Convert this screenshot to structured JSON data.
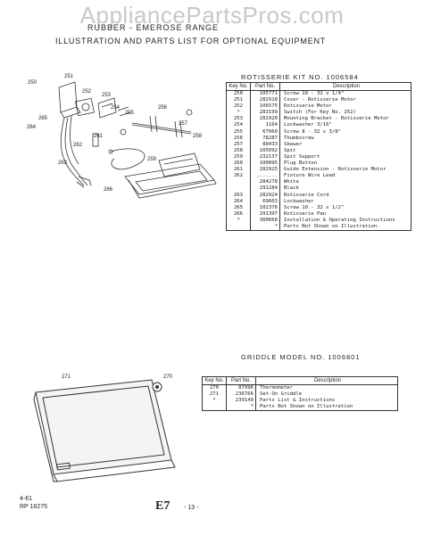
{
  "watermark": "AppliancePartsPros.com",
  "header": {
    "title_line1": "RUBBER - EMEROSE RANGE",
    "title_line2": "ILLUSTRATION AND PARTS LIST FOR OPTIONAL EQUIPMENT"
  },
  "rotisserie": {
    "title": "ROTISSERIE KIT NO. 1006584",
    "col_key": "Key No.",
    "col_part": "Part No.",
    "col_desc": "Description",
    "rows": [
      {
        "key": "250",
        "part": "105771",
        "desc": "Screw 10 - 32 x 1/4\""
      },
      {
        "key": "251",
        "part": "282918",
        "desc": "Cover - Rotisserie Motor"
      },
      {
        "key": "252",
        "part": "106575",
        "desc": "Rotisserie Motor"
      },
      {
        "key": "*",
        "part": "283199",
        "desc": "Switch (For Key No. 252)"
      },
      {
        "key": "253",
        "part": "282920",
        "desc": "Mounting Bracket - Rotisserie Motor"
      },
      {
        "key": "254",
        "part": "1164",
        "desc": "Lockwasher 3/16\""
      },
      {
        "key": "255",
        "part": "67060",
        "desc": "Screw 8 - 32 x 3/8\""
      },
      {
        "key": "256",
        "part": "78287",
        "desc": "Thumbscrew"
      },
      {
        "key": "257",
        "part": "88433",
        "desc": "Skewer"
      },
      {
        "key": "258",
        "part": "105092",
        "desc": "Spit"
      },
      {
        "key": "259",
        "part": "232137",
        "desc": "Spit Support"
      },
      {
        "key": "260",
        "part": "100095",
        "desc": "Plug Button"
      },
      {
        "key": "261",
        "part": "282925",
        "desc": "Guide Extension - Rotisserie Motor"
      },
      {
        "key": "262",
        "part": ".......",
        "desc": "Fixture Wire Lead"
      },
      {
        "key": "",
        "part": "284278",
        "desc": "   White"
      },
      {
        "key": "",
        "part": "291284",
        "desc": "   Black"
      },
      {
        "key": "263",
        "part": "282924",
        "desc": "Rotisserie Cord"
      },
      {
        "key": "264",
        "part": "69603",
        "desc": "Lockwasher"
      },
      {
        "key": "265",
        "part": "102376",
        "desc": "Screw 10 - 32 x 1/2\""
      },
      {
        "key": "266",
        "part": "291397",
        "desc": "Rotisserie Pan"
      },
      {
        "key": "*",
        "part": "300668",
        "desc": "Installation & Operating Instructions"
      },
      {
        "key": "",
        "part": "",
        "desc": ""
      },
      {
        "key": "",
        "part": "*",
        "desc": "Parts Not Shown on Illustration."
      }
    ]
  },
  "griddle": {
    "title": "GRIDDLE MODEL NO. 1006801",
    "col_key": "Key No.",
    "col_part": "Part No.",
    "col_desc": "Description",
    "rows": [
      {
        "key": "270",
        "part": "87996",
        "desc": "Thermometer"
      },
      {
        "key": "271",
        "part": "236766",
        "desc": "Set-On Griddle"
      },
      {
        "key": "*",
        "part": "239149",
        "desc": "Parts List & Instructions"
      },
      {
        "key": "",
        "part": "",
        "desc": ""
      },
      {
        "key": "",
        "part": "*",
        "desc": "Parts Not Shown on Illustration"
      }
    ]
  },
  "callouts_rotisserie": [
    "250",
    "251",
    "252",
    "253",
    "254",
    "255",
    "256",
    "257",
    "258",
    "259",
    "261",
    "262",
    "263",
    "264",
    "265",
    "266"
  ],
  "callouts_griddle": [
    "271",
    "270"
  ],
  "footer": {
    "code1": "4-61",
    "code2": "RP 18275",
    "section": "E7",
    "page": "- 13 -"
  }
}
